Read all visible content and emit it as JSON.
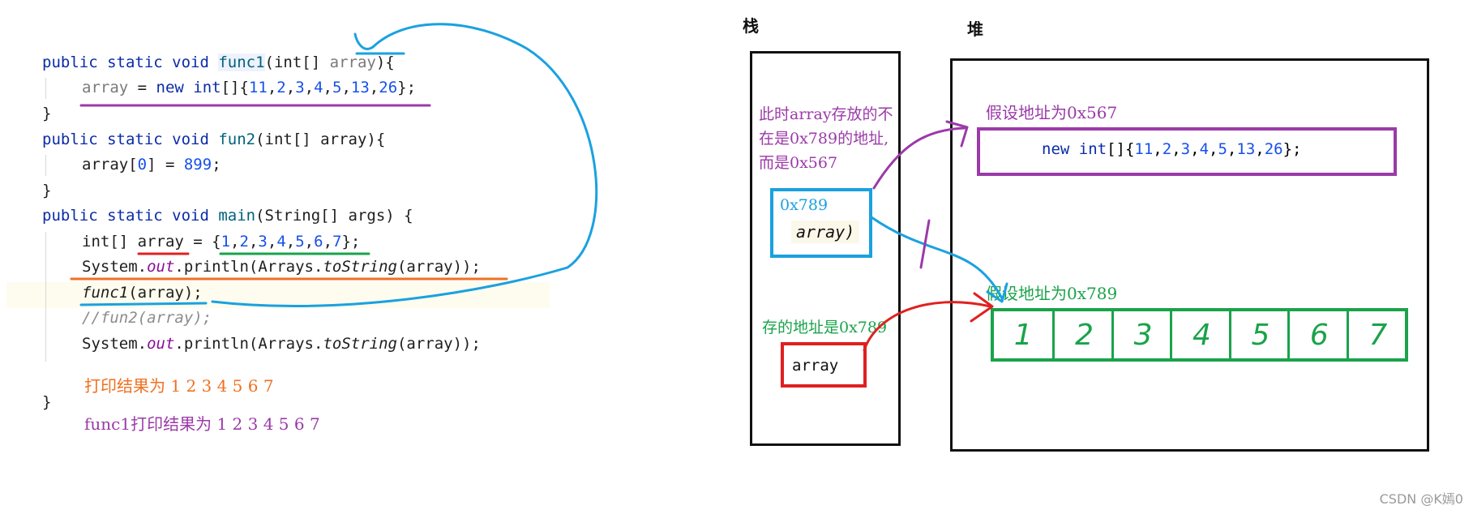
{
  "code": {
    "l1": {
      "a": "public static void ",
      "b": "func1",
      "c": "(int[] ",
      "d": "array",
      "e": "){"
    },
    "l2": {
      "a": "array",
      "b": " = ",
      "c": "new int",
      "d": "[]{",
      "e": "11",
      "f": ",",
      "g": "2",
      "h": ",",
      "i": "3",
      "j": ",",
      "k": "4",
      "l": ",",
      "m": "5",
      "n": ",",
      "o": "13",
      "p": ",",
      "q": "26",
      "r": "};"
    },
    "l3": "}",
    "l4": {
      "a": "public static void ",
      "b": "fun2",
      "c": "(int[] array){"
    },
    "l5": {
      "a": "array[",
      "b": "0",
      "c": "] = ",
      "d": "899",
      "e": ";"
    },
    "l6": "}",
    "l7": {
      "a": "public static void ",
      "b": "main",
      "c": "(String[] args) {"
    },
    "l8": {
      "a": "int[] array = {",
      "b": "1",
      "c": ",",
      "d": "2",
      "e": ",",
      "f": "3",
      "g": ",",
      "h": "4",
      "i": ",",
      "j": "5",
      "k": ",",
      "l": "6",
      "m": ",",
      "n": "7",
      "o": "};"
    },
    "l9": {
      "a": "System.",
      "b": "out",
      "c": ".println(Arrays.",
      "d": "toString",
      "e": "(array));"
    },
    "l10": {
      "a": "func1",
      "b": "(array);"
    },
    "l11": "//fun2(array);",
    "l12": {
      "a": "System.",
      "b": "out",
      "c": ".println(Arrays.",
      "d": "toString",
      "e": "(array));"
    },
    "l13": "}",
    "result1": "打印结果为 1 2 3 4 5 6 7",
    "result2": "func1打印结果为 1 2 3 4 5 6 7"
  },
  "diagram": {
    "stack_label": "栈",
    "heap_label": "堆",
    "note_purple": [
      "此时array存放的不",
      "在是0x789的地址,",
      "而是0x567"
    ],
    "blue_addr": "0x789",
    "blue_var": "array)",
    "red_note": "存的地址是0x789",
    "red_var": "array",
    "heap1_label": "假设地址为0x567",
    "heap1_code": {
      "a": "new int",
      "b": "[]{",
      "c": "11",
      "d": ",",
      "e": "2",
      "f": ",",
      "g": "3",
      "h": ",",
      "i": "4",
      "j": ",",
      "k": "5",
      "l": ",",
      "m": "13",
      "n": ",",
      "o": "26",
      "p": "};"
    },
    "heap2_label": "假设地址为0x789",
    "heap2_cells": [
      "1",
      "2",
      "3",
      "4",
      "5",
      "6",
      "7"
    ]
  },
  "watermark": "CSDN @K嫣0",
  "colors": {
    "purple": "#9b3aa8",
    "blue": "#1aa1e0",
    "red": "#e02020",
    "green": "#1aa34a",
    "orange": "#f07020"
  }
}
